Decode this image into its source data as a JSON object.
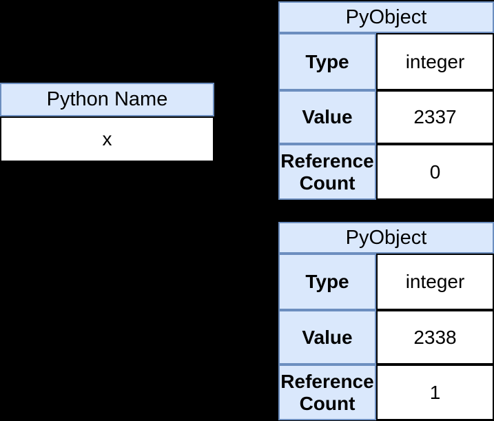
{
  "colors": {
    "background": "#000000",
    "header_fill": "#dae8fc",
    "header_stroke": "#6c8ebf",
    "value_fill": "#ffffff",
    "value_stroke": "#000000",
    "text": "#000000"
  },
  "python_name_table": {
    "title": "Python Name",
    "name": "x"
  },
  "pyobjects": [
    {
      "title": "PyObject",
      "rows": [
        {
          "label": "Type",
          "value": "integer"
        },
        {
          "label": "Value",
          "value": "2337"
        },
        {
          "label": "Reference Count",
          "value": "0"
        }
      ]
    },
    {
      "title": "PyObject",
      "rows": [
        {
          "label": "Type",
          "value": "integer"
        },
        {
          "label": "Value",
          "value": "2338"
        },
        {
          "label": "Reference Count",
          "value": "1"
        }
      ]
    }
  ]
}
